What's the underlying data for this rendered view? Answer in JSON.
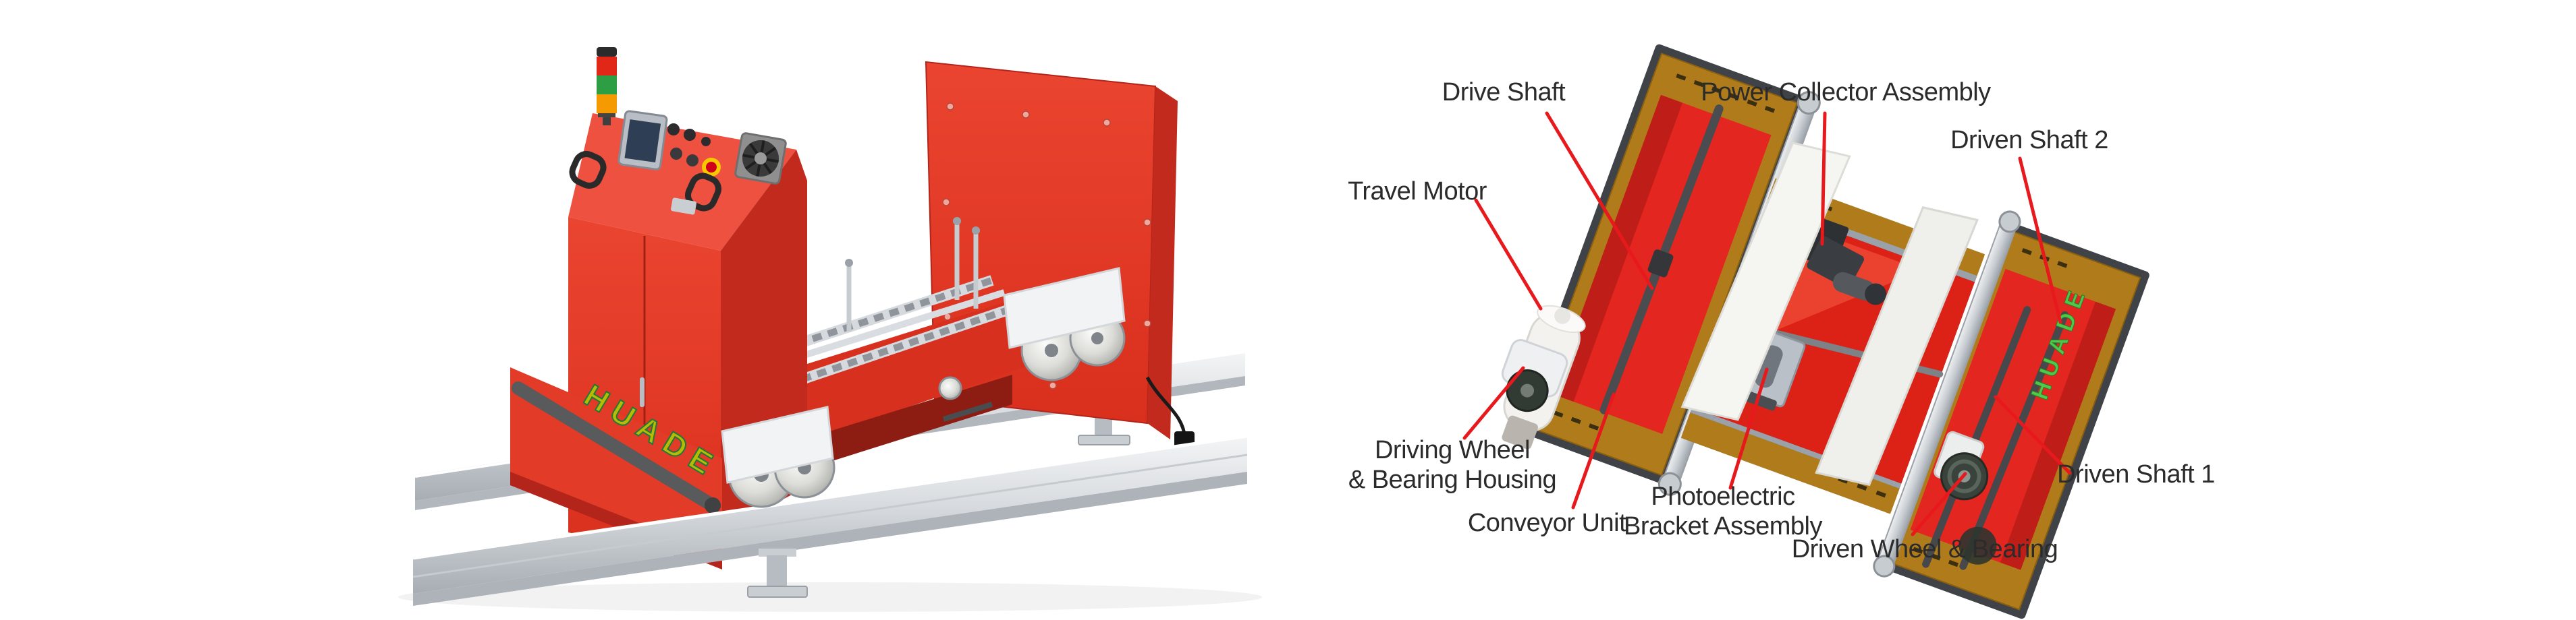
{
  "scene": {
    "description": "Red rail-guided transfer cart: product photo (left) and annotated exploded component diagram (right)",
    "background": "#ffffff"
  },
  "brand": {
    "left_machine_logo": "HUADE",
    "diagram_logo": "HUADE"
  },
  "colors": {
    "machine_red": "#e3261f",
    "machine_red_dark": "#c12a1c",
    "frame_brown": "#b07c1b",
    "rail_silver": "#d7dbdf",
    "leader_red": "#e8191c",
    "label_text": "#2b2b2b",
    "logo_green": "#4ec948",
    "stack_light_red": "#e02718",
    "stack_light_green": "#2e9e44",
    "stack_light_orange": "#f59a00"
  },
  "diagram": {
    "callouts": [
      {
        "id": "drive-shaft",
        "lines": [
          "Drive Shaft"
        ]
      },
      {
        "id": "power-collector-assembly",
        "lines": [
          "Power Collector Assembly"
        ]
      },
      {
        "id": "driven-shaft-2",
        "lines": [
          "Driven Shaft 2"
        ]
      },
      {
        "id": "travel-motor",
        "lines": [
          "Travel Motor"
        ]
      },
      {
        "id": "driving-wheel-bearing-housing",
        "lines": [
          "Driving Wheel",
          "& Bearing Housing"
        ]
      },
      {
        "id": "conveyor-unit",
        "lines": [
          "Conveyor Unit"
        ]
      },
      {
        "id": "photoelectric-bracket-assembly",
        "lines": [
          "Photoelectric",
          "Bracket Assembly"
        ]
      },
      {
        "id": "driven-wheel-bearing",
        "lines": [
          "Driven Wheel & Bearing"
        ]
      },
      {
        "id": "driven-shaft-1",
        "lines": [
          "Driven Shaft 1"
        ]
      }
    ]
  }
}
